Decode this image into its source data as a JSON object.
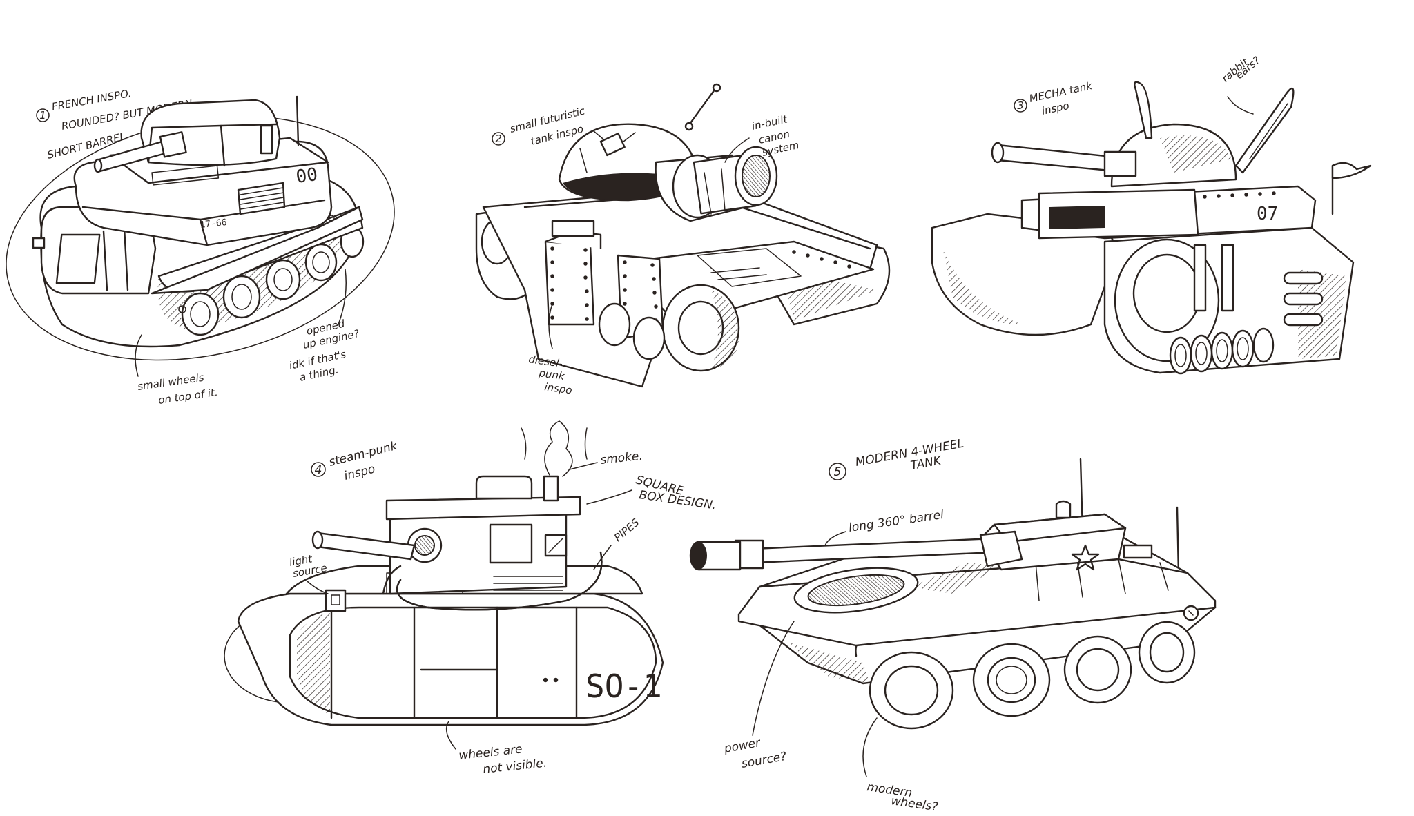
{
  "sketches": [
    {
      "number": "1",
      "title_lines": [
        "FRENCH INSPO.",
        "ROUNDED? BUT MODERN."
      ],
      "notes": {
        "barrel": "SHORT BARREL",
        "engine": [
          "opened",
          "up engine?",
          "idk if that's",
          "a thing."
        ],
        "wheels": [
          "small wheels",
          "on top of it."
        ]
      },
      "markings": {
        "hull_number": "00",
        "side_code": "17-66"
      }
    },
    {
      "number": "2",
      "title_lines": [
        "small futuristic",
        "tank inspo"
      ],
      "notes": {
        "cannon": [
          "in-built",
          "canon",
          "system"
        ],
        "diesel": [
          "diesel-",
          "punk",
          "inspo"
        ]
      }
    },
    {
      "number": "3",
      "title_lines": [
        "MECHA tank",
        "inspo"
      ],
      "notes": {
        "ears": [
          "rabbit",
          "ears?"
        ]
      },
      "markings": {
        "hull_number": "07"
      }
    },
    {
      "number": "4",
      "title_lines": [
        "steam-punk",
        "inspo"
      ],
      "notes": {
        "smoke": "smoke.",
        "box": [
          "SQUARE",
          "BOX DESIGN."
        ],
        "pipes": "PIPES",
        "light": [
          "light",
          "source"
        ],
        "wheels": [
          "wheels are",
          "not visible."
        ]
      },
      "markings": {
        "hull_code": "SO-1"
      }
    },
    {
      "number": "5",
      "title_lines": [
        "MODERN 4-WHEEL",
        "TANK"
      ],
      "notes": {
        "barrel": "long 360° barrel",
        "power": [
          "power",
          "source?"
        ],
        "wheels": [
          "modern",
          "wheels?"
        ]
      },
      "markings": {
        "emblem": "star"
      }
    }
  ]
}
